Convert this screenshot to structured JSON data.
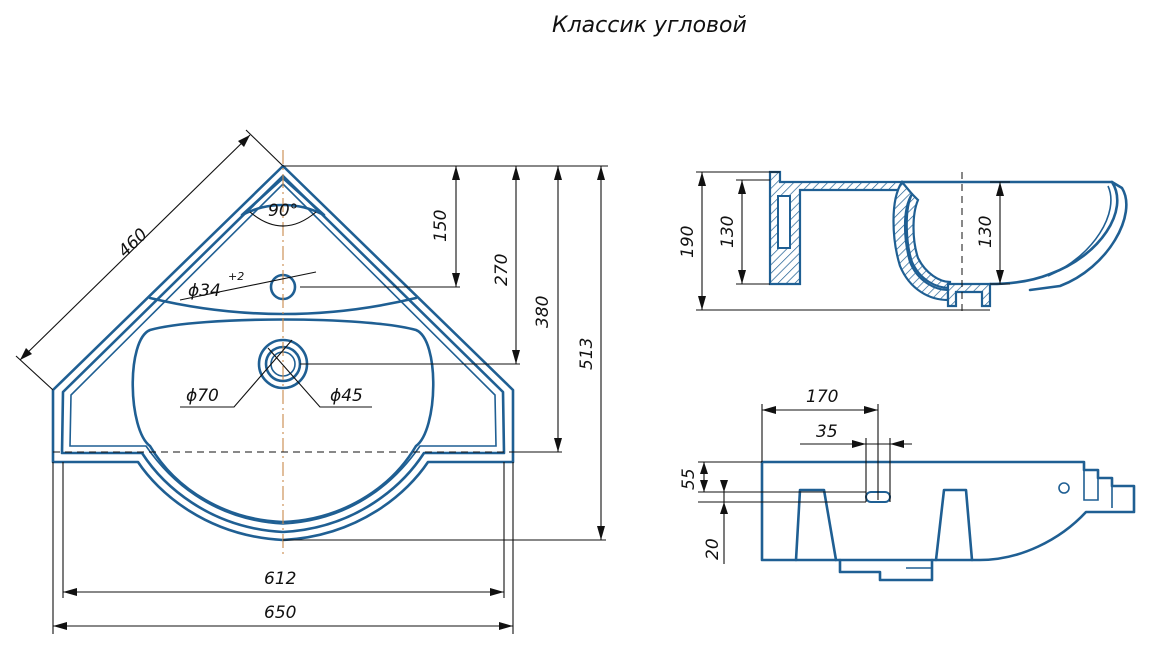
{
  "title": "Классик угловой",
  "colors": {
    "outline": "#1f5f93",
    "dimension": "#111111",
    "axis": "#c8894a"
  },
  "top_view": {
    "dim_diagonal": "460",
    "dim_angle": "90°",
    "dim_hole_small": "ϕ34",
    "dim_hole_small_tol": "+2",
    "dim_drain_outer": "ϕ70",
    "dim_drain_inner": "ϕ45",
    "dim_150": "150",
    "dim_270": "270",
    "dim_380": "380",
    "dim_513": "513",
    "dim_612": "612",
    "dim_650": "650"
  },
  "section_view": {
    "dim_190": "190",
    "dim_130_left": "130",
    "dim_130_right": "130"
  },
  "side_view": {
    "dim_170": "170",
    "dim_35": "35",
    "dim_55": "55",
    "dim_20": "20"
  }
}
